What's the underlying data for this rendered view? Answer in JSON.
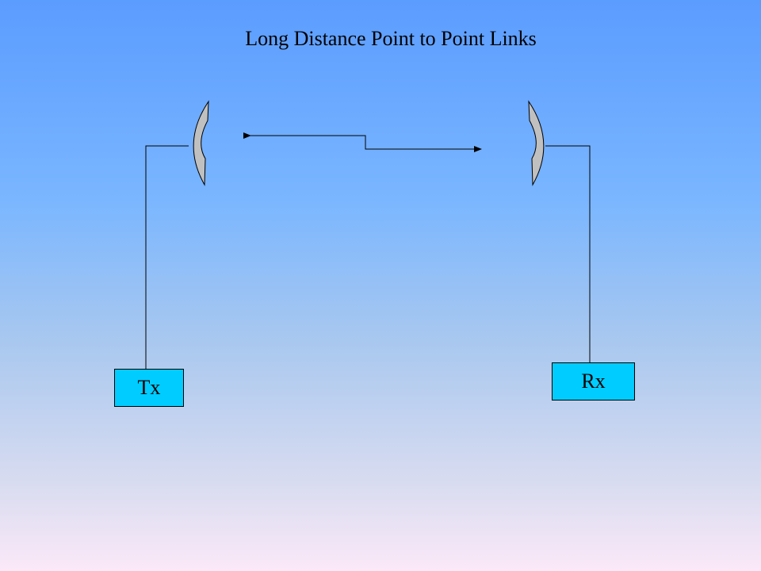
{
  "title": "Long Distance Point to Point Links",
  "transmitter": {
    "label": "Tx"
  },
  "receiver": {
    "label": "Rx"
  },
  "colors": {
    "box_fill": "#00ccff",
    "dish_fill": "#c0c0c0",
    "line": "#000000"
  }
}
